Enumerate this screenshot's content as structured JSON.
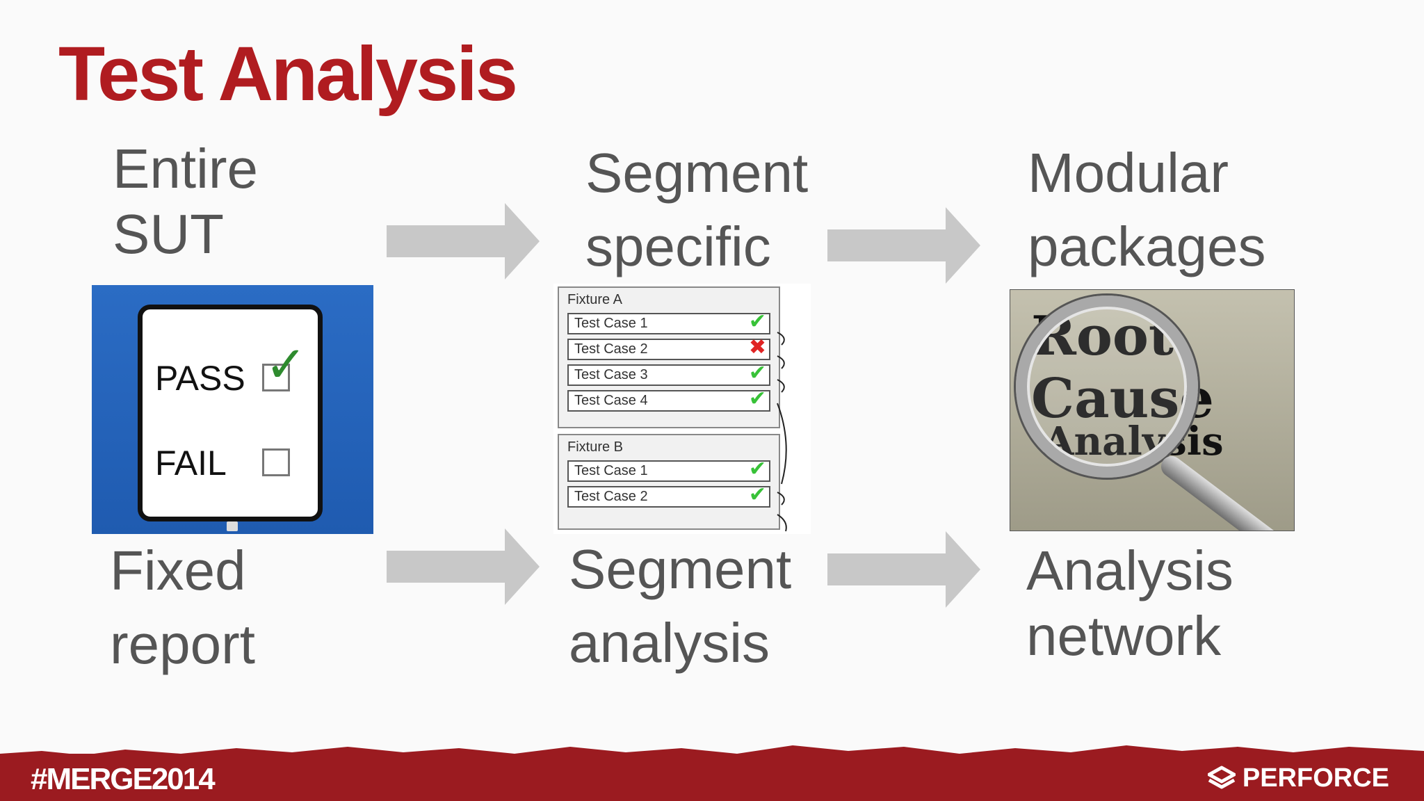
{
  "slide": {
    "title": "Test Analysis"
  },
  "columns": [
    {
      "top_lines": [
        "Entire",
        "SUT"
      ],
      "bottom_lines": [
        "Fixed",
        "report"
      ]
    },
    {
      "top_lines": [
        "Segment",
        "specific"
      ],
      "bottom_lines": [
        "Segment",
        "analysis"
      ]
    },
    {
      "top_lines": [
        "Modular",
        "packages"
      ],
      "bottom_lines": [
        "Analysis",
        "network"
      ]
    }
  ],
  "pass_fail": {
    "pass_label": "PASS",
    "fail_label": "FAIL",
    "pass_checked": true,
    "fail_checked": false
  },
  "fixtures": [
    {
      "title": "Fixture A",
      "cases": [
        {
          "label": "Test Case 1",
          "status": "pass"
        },
        {
          "label": "Test Case 2",
          "status": "fail"
        },
        {
          "label": "Test Case 3",
          "status": "pass"
        },
        {
          "label": "Test Case 4",
          "status": "pass"
        }
      ]
    },
    {
      "title": "Fixture B",
      "cases": [
        {
          "label": "Test Case 1",
          "status": "pass"
        },
        {
          "label": "Test Case 2",
          "status": "pass"
        }
      ]
    }
  ],
  "root_cause": {
    "line1": "Root",
    "line2": "Cause",
    "line3": "Analysis"
  },
  "footer": {
    "hashtag": "#MERGE2014",
    "brand": "PERFORCE"
  },
  "colors": {
    "title": "#b01c20",
    "text": "#555555",
    "arrow": "#c8c8c8",
    "footer": "#9b1b20"
  }
}
